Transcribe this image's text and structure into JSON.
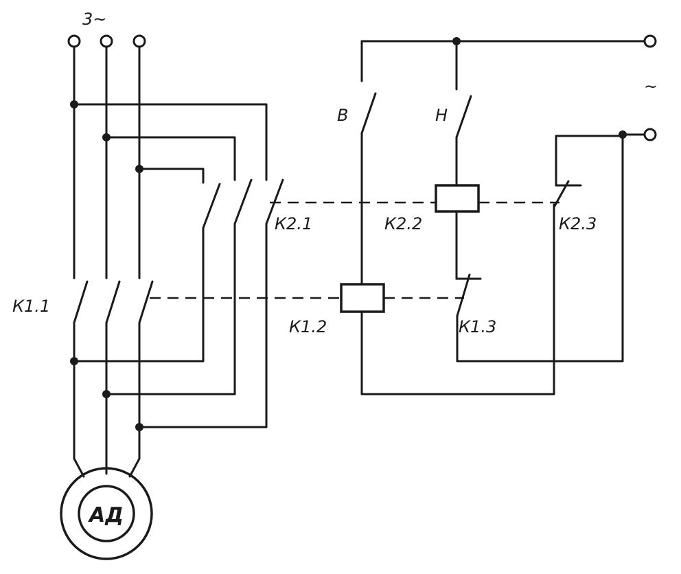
{
  "supply_three_phase": "3~",
  "supply_control": "~",
  "motor": "АД",
  "buttons": {
    "forward": "В",
    "reverse": "Н"
  },
  "contacts": {
    "k1_1": "К1.1",
    "k1_2": "К1.2",
    "k1_3": "К1.3",
    "k2_1": "К2.1",
    "k2_2": "К2.2",
    "k2_3": "К2.3"
  }
}
